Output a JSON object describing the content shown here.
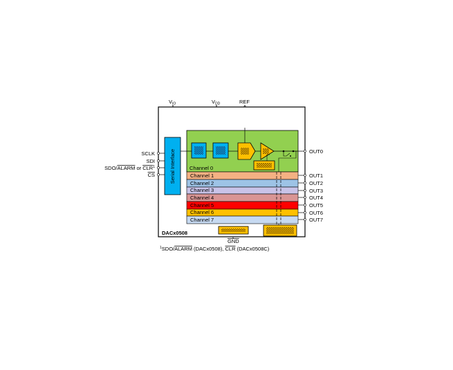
{
  "power_pins": {
    "vio_main": "V",
    "vio_sub": "IO",
    "vdd_main": "V",
    "vdd_sub": "DD",
    "ref": "REF",
    "gnd": "GND"
  },
  "device_name": "DACx0508",
  "serial_interface_label": "Serial Interface",
  "left_pins": {
    "sclk": "SCLK",
    "sdi": "SDI",
    "sdo_prefix": "SDO/",
    "alarm": "ALARM",
    "or_text": " or ",
    "clr": "CLR",
    "clr_sup": "1",
    "cs": "CS"
  },
  "channels": [
    {
      "label": "Channel 0",
      "color": "#92d050"
    },
    {
      "label": "Channel 1",
      "color": "#f4b183"
    },
    {
      "label": "Channel 2",
      "color": "#9dc3e6"
    },
    {
      "label": "Channel 3",
      "color": "#c9c3e8"
    },
    {
      "label": "Channel 4",
      "color": "#d99594"
    },
    {
      "label": "Channel 5",
      "color": "#ff0000"
    },
    {
      "label": "Channel 6",
      "color": "#ffc000"
    },
    {
      "label": "Channel 7",
      "color": "#c6d9f1"
    }
  ],
  "outputs": [
    "OUT0",
    "OUT1",
    "OUT2",
    "OUT3",
    "OUT4",
    "OUT5",
    "OUT6",
    "OUT7"
  ],
  "footnote": {
    "sup": "1",
    "sdo": "SDO/",
    "alarm": "ALARM",
    "part_a": " (DACx0508), ",
    "clr": "CLR",
    "part_b": " (DACx0508C)"
  },
  "colors": {
    "serial_block": "#00b0f0",
    "dac_block": "#00b0f0",
    "amp": "#ffc000",
    "accent_box": "#ffc000",
    "channel0": "#92d050"
  }
}
